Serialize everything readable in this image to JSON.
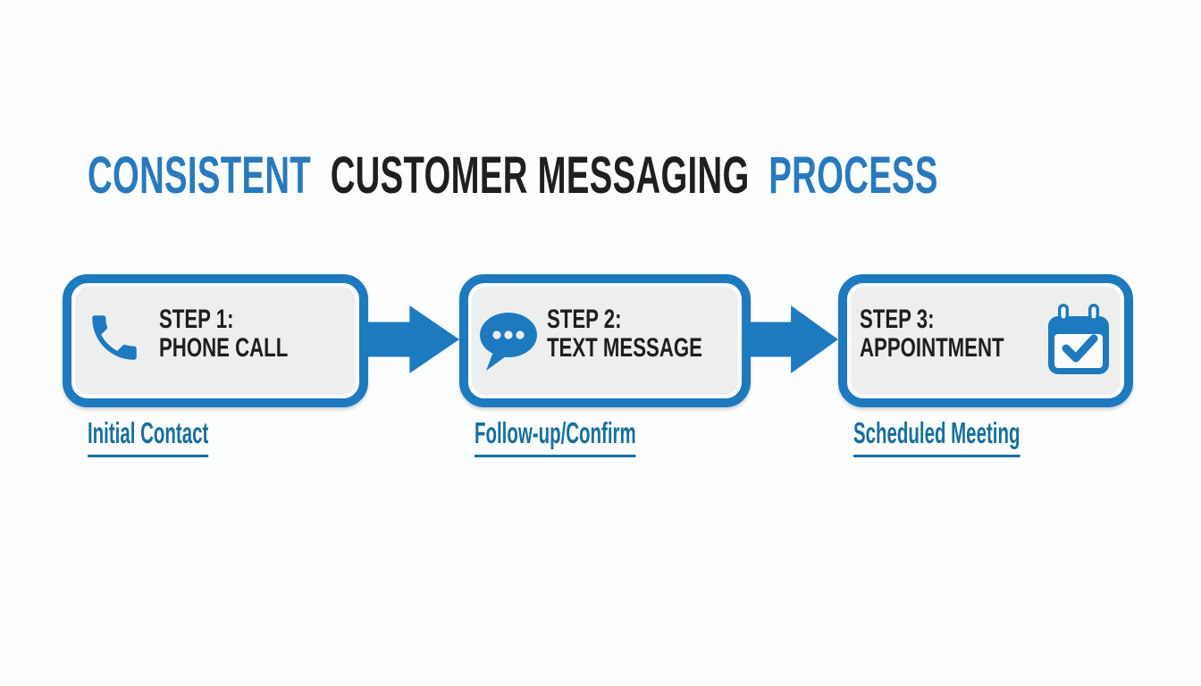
{
  "title": {
    "part1": "CONSISTENT",
    "part2": "CUSTOMER MESSAGING",
    "part3": "PROCESS"
  },
  "steps": [
    {
      "step_label": "STEP 1:",
      "name": "PHONE CALL",
      "icon": "phone-icon",
      "caption": "Initial Contact"
    },
    {
      "step_label": "STEP 2:",
      "name": "TEXT MESSAGE",
      "icon": "speech-bubble-icon",
      "caption": "Follow-up/Confirm"
    },
    {
      "step_label": "STEP 3:",
      "name": "APPOINTMENT",
      "icon": "calendar-check-icon",
      "caption": "Scheduled Meeting"
    }
  ],
  "colors": {
    "accent_blue": "#1d7abf",
    "title_blue": "#2979bd",
    "caption_blue": "#176f9e",
    "text_dark": "#1e1e1e",
    "box_fill": "#edeeee",
    "background": "#fcfdfd"
  }
}
